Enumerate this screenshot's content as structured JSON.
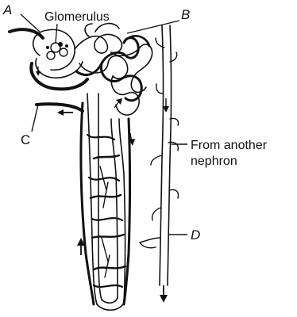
{
  "labels": {
    "a": "A",
    "glomerulus": "Glomerulus",
    "b": "B",
    "c": "C",
    "from_another_line1": "From another",
    "from_another_line2": "nephron",
    "d": "D"
  }
}
